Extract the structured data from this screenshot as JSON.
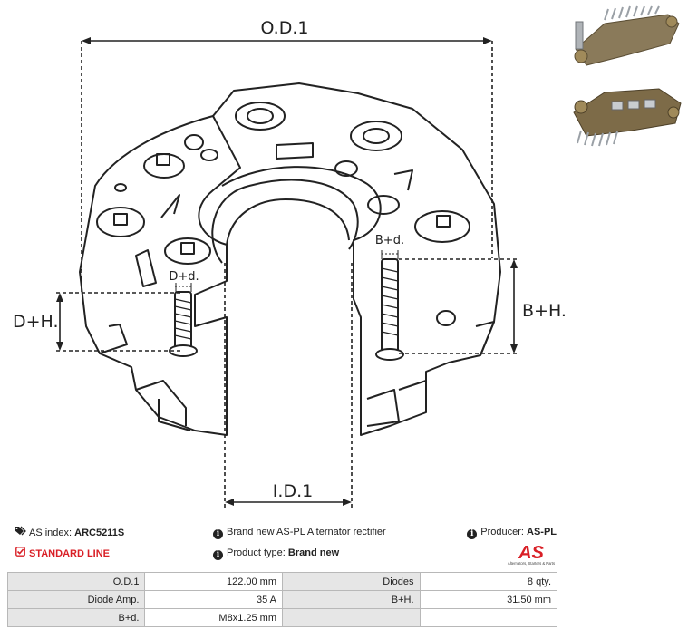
{
  "dimensions": {
    "od1": "O.D.1",
    "id1": "I.D.1",
    "dh": "D+H.",
    "bh": "B+H.",
    "dd": "D+d.",
    "bd": "B+d."
  },
  "info": {
    "as_index_label": "AS index:",
    "as_index_value": "ARC5211S",
    "standard_line": "STANDARD LINE",
    "description": "Brand new AS-PL Alternator rectifier",
    "product_type_label": "Product type:",
    "product_type_value": "Brand new",
    "producer_label": "Producer:",
    "producer_value": "AS-PL"
  },
  "logo": {
    "text": "AS",
    "tagline": "Alternators, Starters & Parts",
    "color": "#d91f26"
  },
  "specs": [
    [
      "O.D.1",
      "122.00 mm",
      "Diodes",
      "8 qty."
    ],
    [
      "Diode Amp.",
      "35 A",
      "B+H.",
      "31.50 mm"
    ],
    [
      "B+d.",
      "M8x1.25 mm",
      "",
      ""
    ]
  ],
  "icons": {
    "as_index": "tags-icon",
    "standard_line": "checkbox-icon",
    "description": "info-icon",
    "product_type": "info-icon",
    "producer": "info-icon"
  }
}
